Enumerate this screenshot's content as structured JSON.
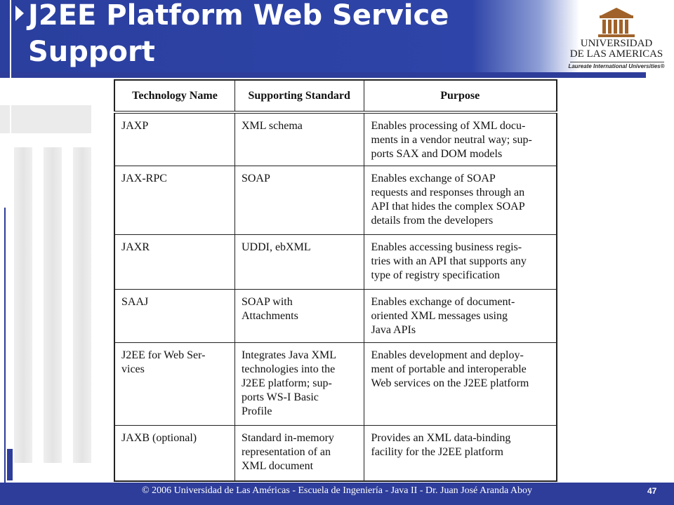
{
  "slide": {
    "title_line1": "J2EE Platform Web Service",
    "title_line2": "Support"
  },
  "logo": {
    "line1": "UNIVERSIDAD",
    "line2": "DE LAS AMERICAS",
    "subtitle": "Laureate International Universities®"
  },
  "table": {
    "headers": [
      "Technology Name",
      "Supporting Standard",
      "Purpose"
    ],
    "rows": [
      {
        "name": [
          "JAXP"
        ],
        "standard": [
          "XML schema"
        ],
        "purpose": [
          "Enables processing of XML docu-",
          "ments in a vendor neutral way; sup-",
          "ports SAX and DOM models"
        ]
      },
      {
        "name": [
          "JAX-RPC"
        ],
        "standard": [
          "SOAP"
        ],
        "purpose": [
          "Enables exchange of SOAP",
          "requests and responses through an",
          "API that hides the complex SOAP",
          "details from the developers"
        ]
      },
      {
        "name": [
          "JAXR"
        ],
        "standard": [
          "UDDI, ebXML"
        ],
        "purpose": [
          "Enables accessing business regis-",
          "tries with an API that supports any",
          "type of registry specification"
        ]
      },
      {
        "name": [
          "SAAJ"
        ],
        "standard": [
          "SOAP with",
          "Attachments"
        ],
        "purpose": [
          "Enables exchange of document-",
          "oriented XML messages using",
          "Java APIs"
        ]
      },
      {
        "name": [
          "J2EE for Web Ser-",
          "vices"
        ],
        "standard": [
          "Integrates Java XML",
          "technologies into the",
          "J2EE platform; sup-",
          "ports WS-I Basic",
          "Profile"
        ],
        "purpose": [
          "Enables development and deploy-",
          "ment of portable and interoperable",
          "Web services on the J2EE platform"
        ]
      },
      {
        "name": [
          "JAXB (optional)"
        ],
        "standard": [
          "Standard in-memory",
          "representation of an",
          "XML document"
        ],
        "purpose": [
          "Provides an XML data-binding",
          "facility for the J2EE platform"
        ]
      }
    ]
  },
  "footer": {
    "text": "© 2006 Universidad de Las Américas  -  Escuela de Ingeniería  -  Java II  -  Dr. Juan José Aranda Aboy",
    "page": "47"
  },
  "colors": {
    "header_blue": "#2e44a8",
    "footer_blue": "#2e3d9a",
    "logo_brown": "#a0622a"
  }
}
